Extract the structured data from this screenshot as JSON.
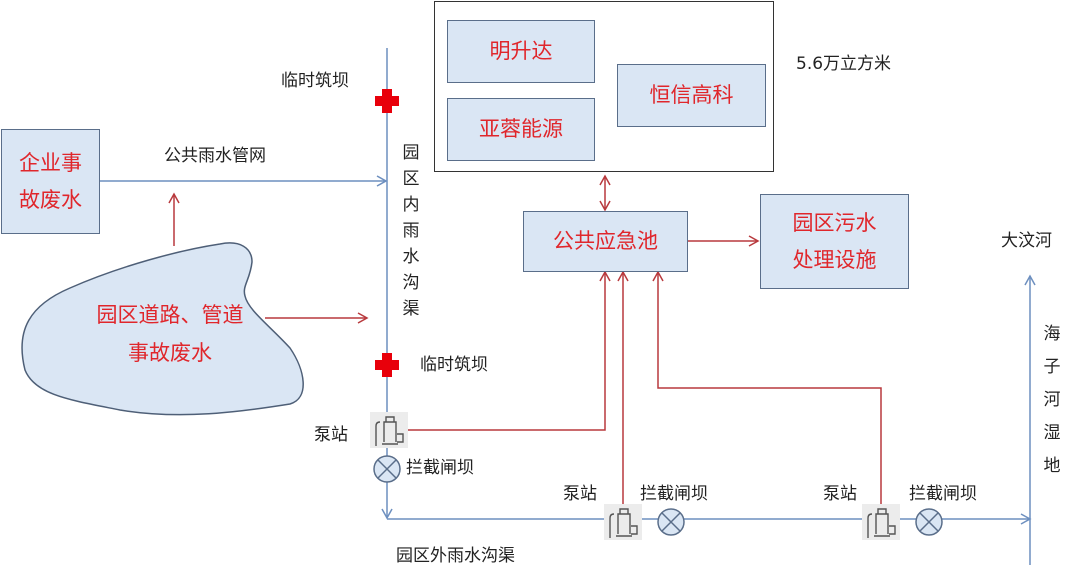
{
  "nodes": {
    "enterprise_wastewater": "企业事\n故废水",
    "road_pipeline_wastewater": "园区道路、管道\n事故废水",
    "company_mingshengda": "明升达",
    "company_yarong": "亚蓉能源",
    "company_hengxin": "恒信高科",
    "emergency_pool": "公共应急池",
    "sewage_treatment": "园区污水\n处理设施"
  },
  "labels": {
    "public_rain_network": "公共雨水管网",
    "temp_dam_top": "临时筑坝",
    "temp_dam_mid": "临时筑坝",
    "inner_rain_channel": "园区内雨水沟渠",
    "outer_rain_channel": "园区外雨水沟渠",
    "capacity": "5.6万立方米",
    "pump_station_1": "泵站",
    "pump_station_2": "泵站",
    "pump_station_3": "泵站",
    "gate_dam_1": "拦截闸坝",
    "gate_dam_2": "拦截闸坝",
    "gate_dam_3": "拦截闸坝",
    "river": "大汶河",
    "wetland": "海子河湿地"
  },
  "colors": {
    "flow_blue": "#6d8fbf",
    "flow_red": "#b8393d",
    "node_fill": "#dae6f4",
    "node_text": "#e0262b",
    "dam_red": "#e8000b"
  }
}
